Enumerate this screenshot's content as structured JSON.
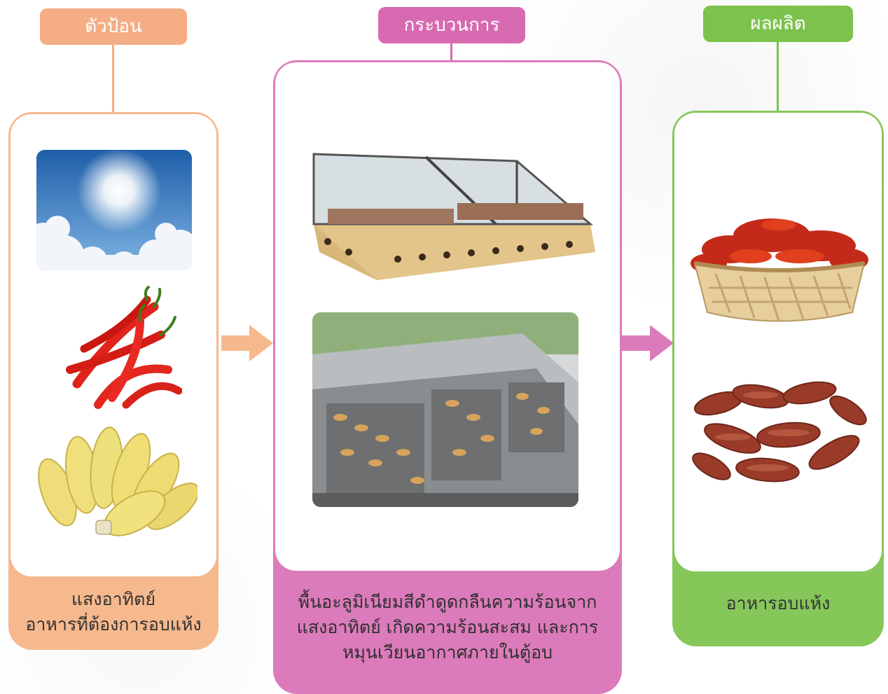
{
  "input": {
    "title": "ตัวป้อน",
    "caption_lines": [
      "แสงอาทิตย์",
      "อาหารที่ต้องการอบแห้ง"
    ],
    "images": [
      "sun-sky-image",
      "red-chili-image",
      "banana-bunch-image"
    ]
  },
  "process": {
    "title": "กระบวนการ",
    "caption_lines": [
      "พื้นอะลูมิเนียมสีดำดูดกลืนความร้อนจาก",
      "แสงอาทิตย์ เกิดความร้อนสะสม และการ",
      "หมุนเวียนอากาศภายในตู้อบ"
    ],
    "images": [
      "solar-dryer-wood-image",
      "solar-dryer-steel-image"
    ]
  },
  "output": {
    "title": "ผลผลิต",
    "caption_lines": [
      "อาหารอบแห้ง"
    ],
    "images": [
      "dried-chili-basket-image",
      "dried-banana-image"
    ]
  },
  "colors": {
    "input": "#f4ad84",
    "input_caption_bg": "#f6b88d",
    "process": "#d769b1",
    "process_caption_bg": "#dc7bbb",
    "output": "#7cc24d",
    "output_caption_bg": "#86c75a"
  }
}
